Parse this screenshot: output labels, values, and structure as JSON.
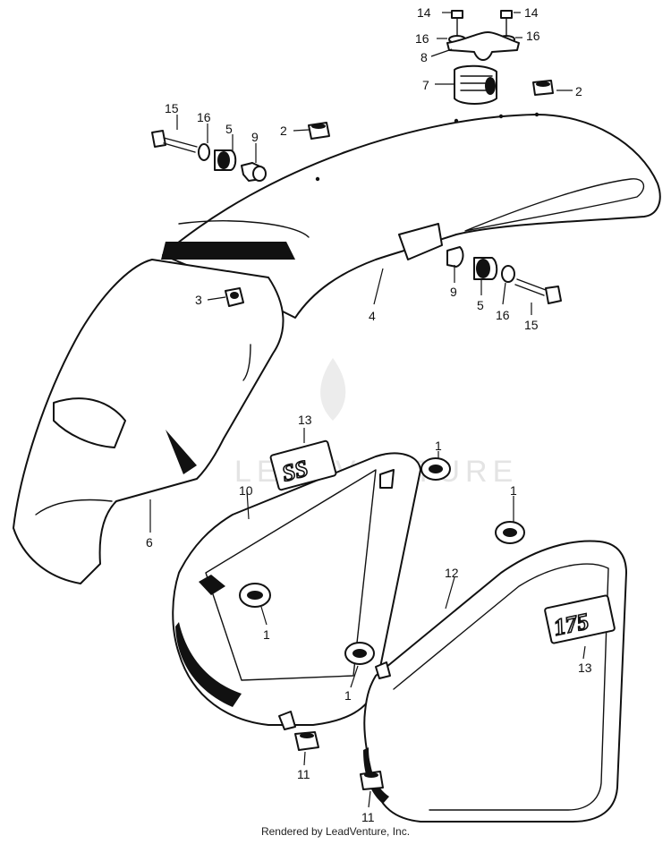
{
  "watermark": {
    "text": "LEADVENTURE",
    "color": "#e4e4e4"
  },
  "footer": {
    "text": "Rendered by LeadVenture, Inc."
  },
  "badges": {
    "left_emblem": "SS",
    "right_emblem": "175"
  },
  "callouts": [
    "14",
    "14",
    "16",
    "16",
    "8",
    "7",
    "2",
    "2",
    "15",
    "16",
    "5",
    "9",
    "3",
    "4",
    "9",
    "5",
    "16",
    "15",
    "6",
    "13",
    "10",
    "1",
    "1",
    "1",
    "1",
    "12",
    "13",
    "11",
    "11"
  ],
  "colors": {
    "line": "#111111",
    "background": "#ffffff"
  }
}
